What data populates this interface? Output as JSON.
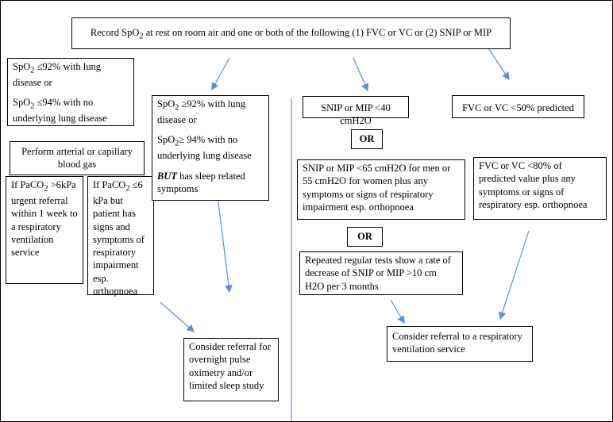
{
  "colors": {
    "arrow": "#5b8fd1",
    "divider": "#5b8fd1",
    "border": "#000000"
  },
  "top": {
    "before": "Record SpO",
    "sub": "2",
    "after": " at rest on room air and one or both of the following (1) FVC or VC or (2) SNIP or MIP"
  },
  "left1": {
    "line1_pre": "SpO",
    "line1_sub": "2",
    "line1_post": " ≤92% with lung disease or",
    "line2_pre": "SpO",
    "line2_sub": "2",
    "line2_post": " ≤94% with no underlying lung disease"
  },
  "abg": {
    "text": "Perform arterial or capillary blood gas"
  },
  "paco2_high": {
    "pre": "If PaCO",
    "sub": "2",
    "post": " >6kPa urgent referral within 1 week to a respiratory ventilation service"
  },
  "paco2_low": {
    "pre": "If PaCO",
    "sub": "2",
    "post": " ≤6 kPa but patient has signs and symptoms of respiratory impairment esp. orthopnoea"
  },
  "mid1": {
    "line1_pre": "SpO",
    "line1_sub": "2",
    "line1_post": " ≥92% with lung disease or",
    "line2_pre": "SpO",
    "line2_sub": "2",
    "line2_post": "≥ 94% with no underlying lung disease",
    "but": "BUT",
    "but_rest": " has sleep related symptoms"
  },
  "sleep": {
    "text": "Consider referral for overnight pulse oximetry and/or limited sleep study"
  },
  "snip40": {
    "text": "SNIP or MIP <40 cmH2O"
  },
  "fvc50": {
    "text": "FVC or VC <50% predicted"
  },
  "or1": {
    "text": "OR"
  },
  "snip65": {
    "text": "SNIP or MIP <65 cmH2O for men or 55 cmH2O for women plus any symptoms or signs of respiratory impairment esp. orthopnoea"
  },
  "fvc80": {
    "text": "FVC or VC <80% of predicted value plus any symptoms or signs of respiratory esp. orthopnoea"
  },
  "or2": {
    "text": "OR"
  },
  "repeated": {
    "text": "Repeated regular tests show a rate of decrease of SNIP or MIP >10 cm H2O per 3 months"
  },
  "referral": {
    "text": "Consider referral to a respiratory ventilation service"
  }
}
